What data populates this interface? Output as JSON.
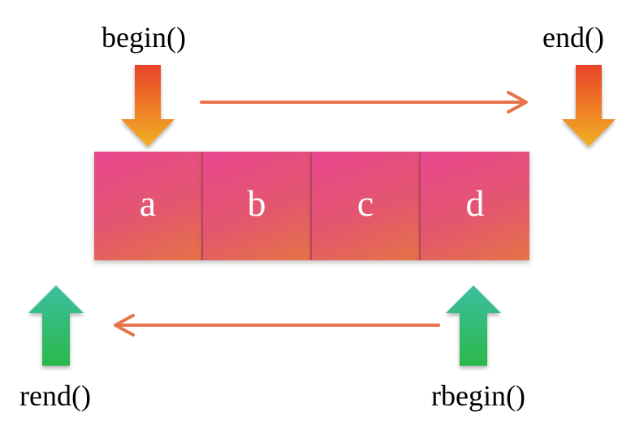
{
  "labels": {
    "begin": "begin()",
    "end": "end()",
    "rend": "rend()",
    "rbegin": "rbegin()"
  },
  "cells": [
    "a",
    "b",
    "c",
    "d"
  ],
  "colors": {
    "cell_top": "#e8478f",
    "cell_bottom": "#e57346",
    "down_arrow_top": "#e8432a",
    "down_arrow_bottom": "#f2b224",
    "up_arrow_top": "#3cbfa0",
    "up_arrow_bottom": "#2bb84a",
    "flow_arrow": "#e8734d"
  }
}
